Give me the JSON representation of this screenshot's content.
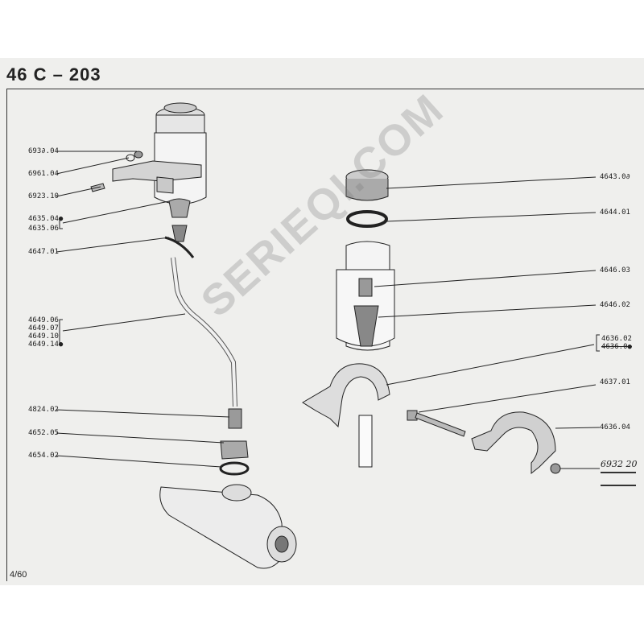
{
  "header": {
    "title": "46 C – 203"
  },
  "footer": {
    "page": "4/60"
  },
  "watermark": "SERIEQI.COM",
  "labels_left": {
    "l6932": "693∂.04",
    "l6961": "6961.04",
    "l6923": "6923.10",
    "l4635a": "4635.04●",
    "l4635b": "4635.06",
    "l4647": "4647.01",
    "l4649a": "4649.06",
    "l4649b": "4649.07",
    "l4649c": "4649.10",
    "l4649d": "4649.14●",
    "l4824": "4824.02",
    "l4652": "4652.05",
    "l4654": "4654.02"
  },
  "labels_right": {
    "l4643": "4643.0∂",
    "l4644": "4644.01",
    "l4646a": "4646.03",
    "l4646b": "4646.02",
    "l4636a": "4636.02",
    "l4636b": "4636.0●",
    "l4637": "4637.01",
    "l4636c": "4636.04",
    "l6932h": "6932 20"
  },
  "colors": {
    "paper": "#efefed",
    "ink": "#222222",
    "watermark": "#808080"
  }
}
